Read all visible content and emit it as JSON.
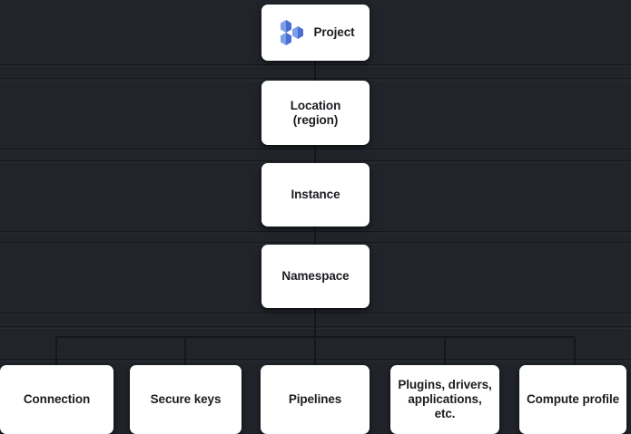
{
  "diagram": {
    "type": "hierarchy-tree",
    "background_color": "#21242a",
    "node_fill_color": "#ffffff",
    "node_text_color": "#1b1d21",
    "connector_color": "#15171b",
    "icon_colors": {
      "hexagon_light": "#7b9fe8",
      "hexagon_dark": "#4a6fd0"
    },
    "root": {
      "id": "project",
      "label": "Project",
      "icon": "hexagon-cluster-icon"
    },
    "chain": [
      {
        "id": "location",
        "label": "Location\n(region)"
      },
      {
        "id": "instance",
        "label": "Instance"
      },
      {
        "id": "namespace",
        "label": "Namespace"
      }
    ],
    "leaves": [
      {
        "id": "connection",
        "label": "Connection"
      },
      {
        "id": "secure-keys",
        "label": "Secure keys"
      },
      {
        "id": "pipelines",
        "label": "Pipelines"
      },
      {
        "id": "plugins",
        "label": "Plugins, drivers,\napplications, etc."
      },
      {
        "id": "compute-profile",
        "label": "Compute profile"
      }
    ]
  }
}
